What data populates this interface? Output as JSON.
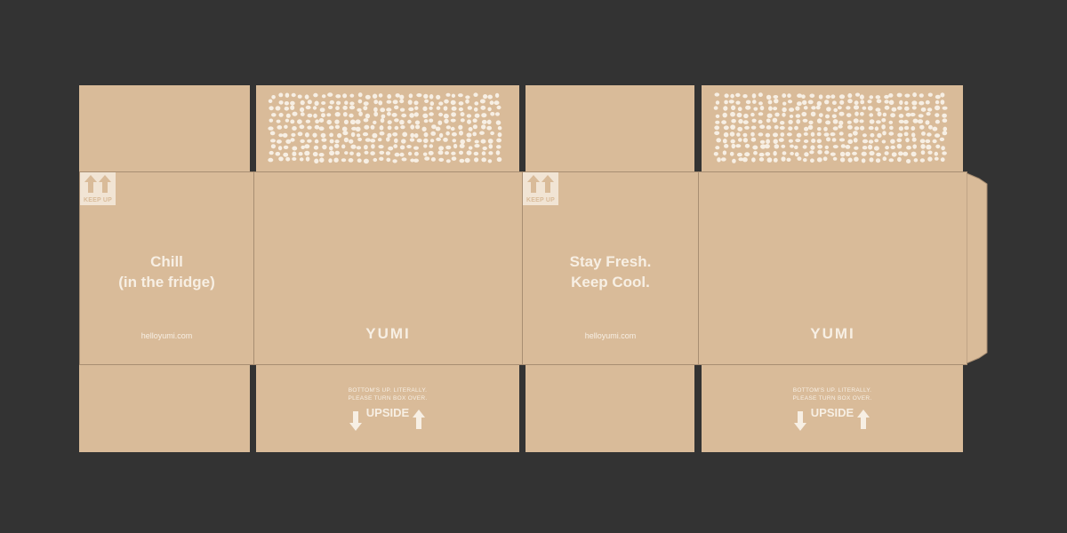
{
  "colors": {
    "background": "#333333",
    "cardboard": "#d9bb99",
    "print": "#f7efe4"
  },
  "panels": {
    "panel1": {
      "headline": [
        "Chill",
        "(in the fridge)"
      ],
      "url": "helloyumi.com",
      "badge": "KEEP UP"
    },
    "panel2": {
      "logo": "YUMI"
    },
    "panel3": {
      "headline": [
        "Stay Fresh.",
        "Keep Cool."
      ],
      "url": "helloyumi.com",
      "badge": "KEEP UP"
    },
    "panel4": {
      "logo": "YUMI"
    }
  },
  "bottom_flaps": {
    "flap2": {
      "note": [
        "BOTTOM'S UP. LITERALLY.",
        "PLEASE TURN BOX OVER."
      ],
      "upside": "UPSIDE"
    },
    "flap4": {
      "note": [
        "BOTTOM'S UP. LITERALLY.",
        "PLEASE TURN BOX OVER."
      ],
      "upside": "UPSIDE"
    }
  },
  "icons": {
    "badge": "double-up-arrow-icon",
    "down": "arrow-down-icon",
    "up": "arrow-up-icon",
    "pattern": "dot-pattern"
  }
}
